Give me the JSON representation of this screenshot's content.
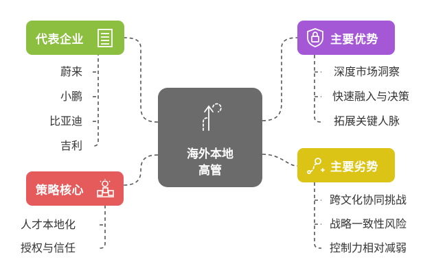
{
  "center": {
    "line1": "海外本地",
    "line2": "高管",
    "icon": "growth-arrow-icon"
  },
  "branches": {
    "companies": {
      "label": "代表企业",
      "color": "#8cbf3f",
      "icon": "building-icon",
      "items": [
        "蔚来",
        "小鹏",
        "比亚迪",
        "吉利"
      ]
    },
    "strategy": {
      "label": "策略核心",
      "color": "#e55a5a",
      "icon": "bulb-cubes-icon",
      "items": [
        "人才本地化",
        "授权与信任"
      ]
    },
    "advantages": {
      "label": "主要优势",
      "color": "#a458d6",
      "icon": "lock-icon",
      "items": [
        "深度市场洞察",
        "快速融入与决策",
        "拓展关键人脉"
      ]
    },
    "disadvantages": {
      "label": "主要劣势",
      "color": "#dcc417",
      "icon": "path-icon",
      "items": [
        "跨文化协同挑战",
        "战略一致性风险",
        "控制力相对减弱"
      ]
    }
  },
  "colors": {
    "connector": "#555555",
    "center_bg": "#6b6b6b",
    "leaf_text": "#333333"
  }
}
